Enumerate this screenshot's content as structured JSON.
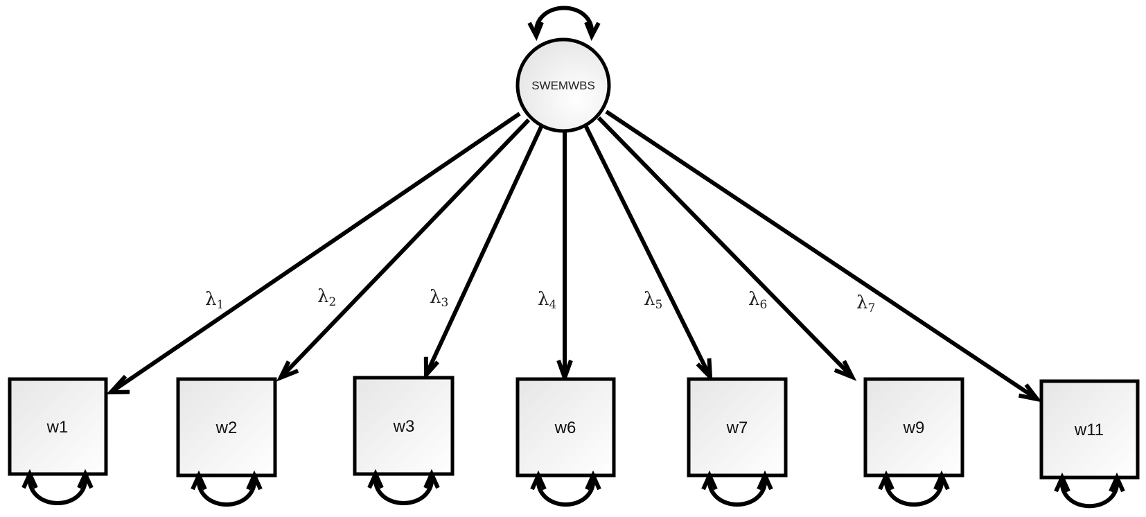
{
  "latent": {
    "label": "SWEMWBS"
  },
  "indicators": [
    {
      "id": "w1",
      "label": "w1",
      "loading": "λ",
      "sub": "1"
    },
    {
      "id": "w2",
      "label": "w2",
      "loading": "λ",
      "sub": "2"
    },
    {
      "id": "w3",
      "label": "w3",
      "loading": "λ",
      "sub": "3"
    },
    {
      "id": "w6",
      "label": "w6",
      "loading": "λ",
      "sub": "4"
    },
    {
      "id": "w7",
      "label": "w7",
      "loading": "λ",
      "sub": "5"
    },
    {
      "id": "w9",
      "label": "w9",
      "loading": "λ",
      "sub": "6"
    },
    {
      "id": "w11",
      "label": "w11",
      "loading": "λ",
      "sub": "7"
    }
  ]
}
